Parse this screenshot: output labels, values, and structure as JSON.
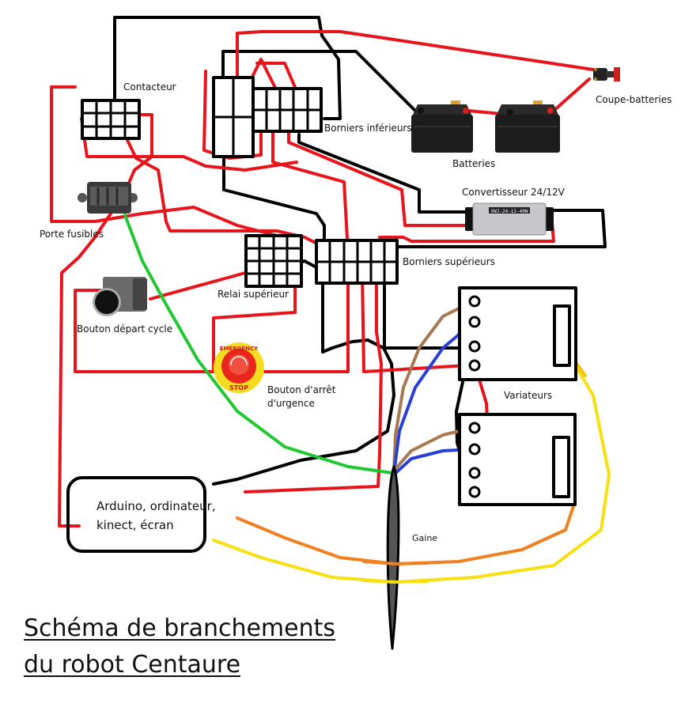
{
  "title": {
    "line1": "Schéma de branchements",
    "line2": "du robot Centaure"
  },
  "components": {
    "contacteur": "Contacteur",
    "borniers_inferieurs": "Borniers inférieurs",
    "batteries": "Batteries",
    "coupe_batteries": "Coupe-batteries",
    "convertisseur": "Convertisseur 24/12V",
    "convertisseur_model": "XWJ-24-12-40W",
    "porte_fusibles": "Porte fusibles",
    "borniers_superieurs": "Borniers supérieurs",
    "relai_superieur": "Relai supérieur",
    "bouton_depart": "Bouton départ cycle",
    "bouton_arret_line1": "Bouton d'arrêt",
    "bouton_arret_line2": "d'urgence",
    "emergency_text": "EMERGENCY",
    "stop_text": "STOP",
    "variateurs": "Variateurs",
    "arduino_line1": "Arduino, ordinateur,",
    "arduino_line2": "kinect, écran",
    "gaine": "Gaine"
  },
  "wire_colors": {
    "power": "#e8141c",
    "ground": "#000000",
    "signal_green": "#22c832",
    "motor_brown": "#a87850",
    "motor_blue": "#2840d8",
    "control_orange": "#f08020",
    "control_yellow": "#f8e010",
    "control_gold": "#f8c010"
  }
}
